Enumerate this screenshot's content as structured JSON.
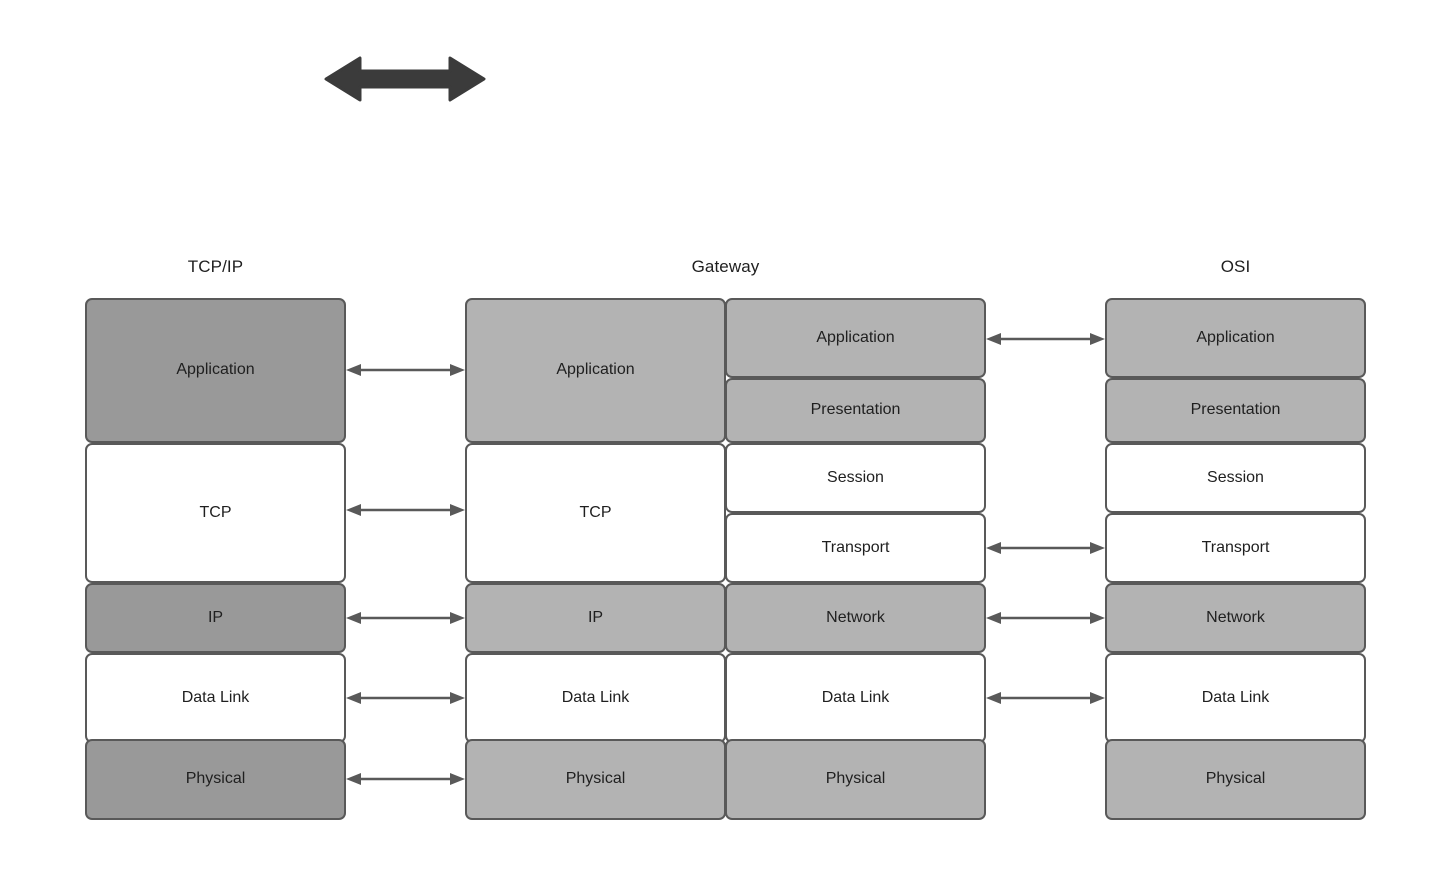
{
  "diagram": {
    "title_visible": false,
    "top_arrow": {
      "name": "bidirectional-arrow",
      "label": "",
      "color": "#3b3b3b"
    },
    "colors": {
      "stroke": "#595959",
      "fill_dark_gray": "#999999",
      "fill_light_gray": "#b3b3b3",
      "fill_white": "#ffffff",
      "text": "#1f1f1f",
      "background": "#ffffff",
      "arrow": "#595959",
      "top_arrow": "#3b3b3b"
    },
    "columns": [
      {
        "id": "tcpip",
        "header": "TCP/IP",
        "layers": [
          {
            "label": "Application",
            "fill": "dark"
          },
          {
            "label": "TCP",
            "fill": "white"
          },
          {
            "label": "IP",
            "fill": "dark"
          },
          {
            "label": "Data Link",
            "fill": "white"
          },
          {
            "label": "Physical",
            "fill": "dark"
          }
        ]
      },
      {
        "id": "gateway",
        "header": "Gateway",
        "left_stack": [
          {
            "label": "Application",
            "fill": "light"
          },
          {
            "label": "TCP",
            "fill": "white"
          },
          {
            "label": "IP",
            "fill": "light"
          },
          {
            "label": "Data Link",
            "fill": "white"
          },
          {
            "label": "Physical",
            "fill": "light"
          }
        ],
        "right_stack": [
          {
            "label": "Application",
            "fill": "light"
          },
          {
            "label": "Presentation",
            "fill": "light"
          },
          {
            "label": "Session",
            "fill": "white"
          },
          {
            "label": "Transport",
            "fill": "white"
          },
          {
            "label": "Network",
            "fill": "light"
          },
          {
            "label": "Data Link",
            "fill": "white"
          },
          {
            "label": "Physical",
            "fill": "light"
          }
        ]
      },
      {
        "id": "osi",
        "header": "OSI",
        "layers": [
          {
            "label": "Application",
            "fill": "light"
          },
          {
            "label": "Presentation",
            "fill": "light"
          },
          {
            "label": "Session",
            "fill": "white"
          },
          {
            "label": "Transport",
            "fill": "white"
          },
          {
            "label": "Network",
            "fill": "light"
          },
          {
            "label": "Data Link",
            "fill": "white"
          },
          {
            "label": "Physical",
            "fill": "light"
          }
        ]
      }
    ],
    "connectors": {
      "left_pairs": [
        "Application",
        "TCP",
        "IP",
        "Data Link",
        "Physical"
      ],
      "right_pairs": [
        "Application",
        "Transport",
        "Network",
        "Data Link"
      ]
    }
  }
}
